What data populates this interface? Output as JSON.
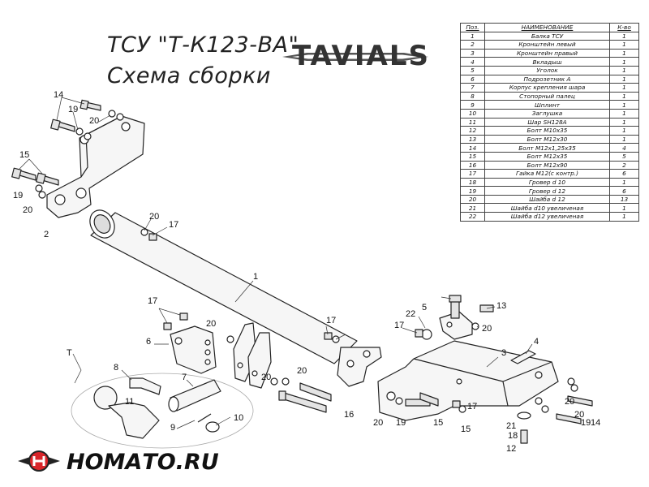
{
  "title": "ТСУ \"Т-К123-ВА\"",
  "subtitle": "Схема сборки",
  "logo_text": "TAVIALS",
  "brand_text": "НОМАТО.RU",
  "table": {
    "headers": [
      "Поз.",
      "НАИМЕНОВАНИЕ",
      "К-во"
    ],
    "rows": [
      [
        "1",
        "Балка ТСУ",
        "1"
      ],
      [
        "2",
        "Кронштейн левый",
        "1"
      ],
      [
        "3",
        "Кронштейн правый",
        "1"
      ],
      [
        "4",
        "Вкладыш",
        "1"
      ],
      [
        "5",
        "Уголок",
        "1"
      ],
      [
        "6",
        "Подрозетник А",
        "1"
      ],
      [
        "7",
        "Корпус крепления шара",
        "1"
      ],
      [
        "8",
        "Стопорный палец",
        "1"
      ],
      [
        "9",
        "Шплинт",
        "1"
      ],
      [
        "10",
        "Заглушка",
        "1"
      ],
      [
        "11",
        "Шар SH128A",
        "1"
      ],
      [
        "12",
        "Болт М10х35",
        "1"
      ],
      [
        "13",
        "Болт М12х30",
        "1"
      ],
      [
        "14",
        "Болт М12х1,25х35",
        "4"
      ],
      [
        "15",
        "Болт М12х35",
        "5"
      ],
      [
        "16",
        "Болт М12х90",
        "2"
      ],
      [
        "17",
        "Гайка М12(с контр.)",
        "6"
      ],
      [
        "18",
        "Гровер d 10",
        "1"
      ],
      [
        "19",
        "Гровер d 12",
        "6"
      ],
      [
        "20",
        "Шайба d 12",
        "13"
      ],
      [
        "21",
        "Шайба d10 увеличеная",
        "1"
      ],
      [
        "22",
        "Шайба d12 увеличеная",
        "1"
      ]
    ]
  },
  "callouts": [
    "14",
    "19",
    "20",
    "15",
    "19",
    "20",
    "2",
    "20",
    "17",
    "1",
    "17",
    "6",
    "20",
    "T",
    "8",
    "7",
    "11",
    "9",
    "10",
    "20",
    "17",
    "20",
    "16",
    "15",
    "13",
    "5",
    "22",
    "17",
    "20",
    "4",
    "3",
    "20",
    "19",
    "15",
    "17",
    "20",
    "20",
    "19",
    "21",
    "18",
    "12",
    "14"
  ],
  "colors": {
    "line": "#222222",
    "part_fill": "#f6f6f6",
    "brand_red": "#d9252a"
  }
}
